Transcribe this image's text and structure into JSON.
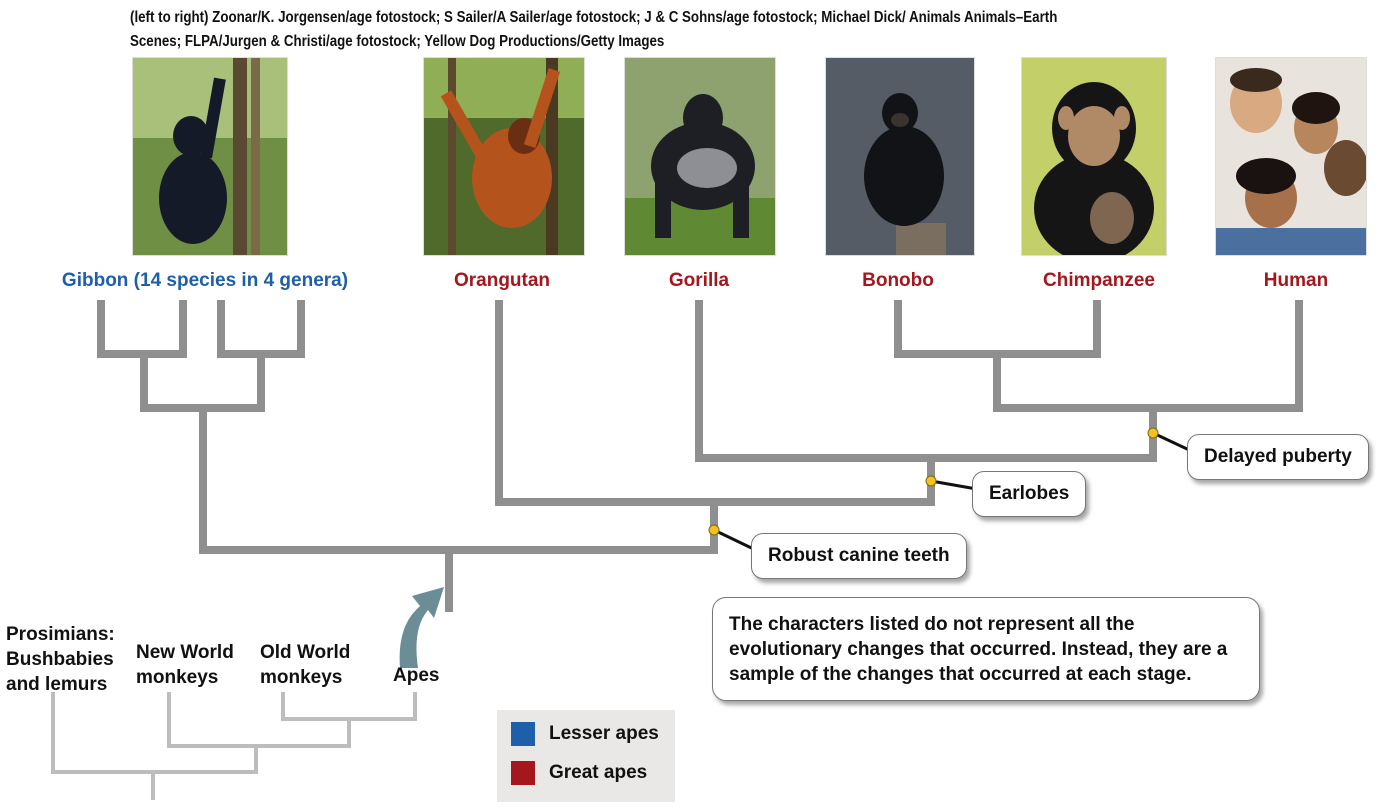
{
  "credits": "(left to right) Zoonar/K. Jorgensen/age fotostock; S Sailer/A Sailer/age fotostock; J & C Sohns/age fotostock; Michael Dick/ Animals Animals–Earth Scenes; FLPA/Jurgen & Christi/age fotostock; Yellow Dog Productions/Getty Images",
  "taxa": [
    {
      "name": "Gibbon (14 species in 4 genera)",
      "group": "lesser"
    },
    {
      "name": "Orangutan",
      "group": "great"
    },
    {
      "name": "Gorilla",
      "group": "great"
    },
    {
      "name": "Bonobo",
      "group": "great"
    },
    {
      "name": "Chimpanzee",
      "group": "great"
    },
    {
      "name": "Human",
      "group": "great"
    }
  ],
  "characters": {
    "robust_canine": "Robust canine teeth",
    "earlobes": "Earlobes",
    "delayed_puberty": "Delayed puberty"
  },
  "note": "The characters listed do not represent all the evolutionary changes that occurred. Instead, they are a sample of the changes that occurred at each stage.",
  "primate_groups": {
    "prosimians": "Prosimians: Bushbabies and lemurs",
    "new_world": "New World monkeys",
    "old_world": "Old World monkeys",
    "apes": "Apes"
  },
  "legend": {
    "lesser": {
      "label": "Lesser apes",
      "color": "#1d5fa8"
    },
    "great": {
      "label": "Great apes",
      "color": "#a3171d"
    }
  },
  "colors": {
    "ape_tree": "#8f8f8f",
    "primate_tree": "#bdbdbd",
    "character_dot": "#f4c21b",
    "arrow": "#6b8e96"
  }
}
